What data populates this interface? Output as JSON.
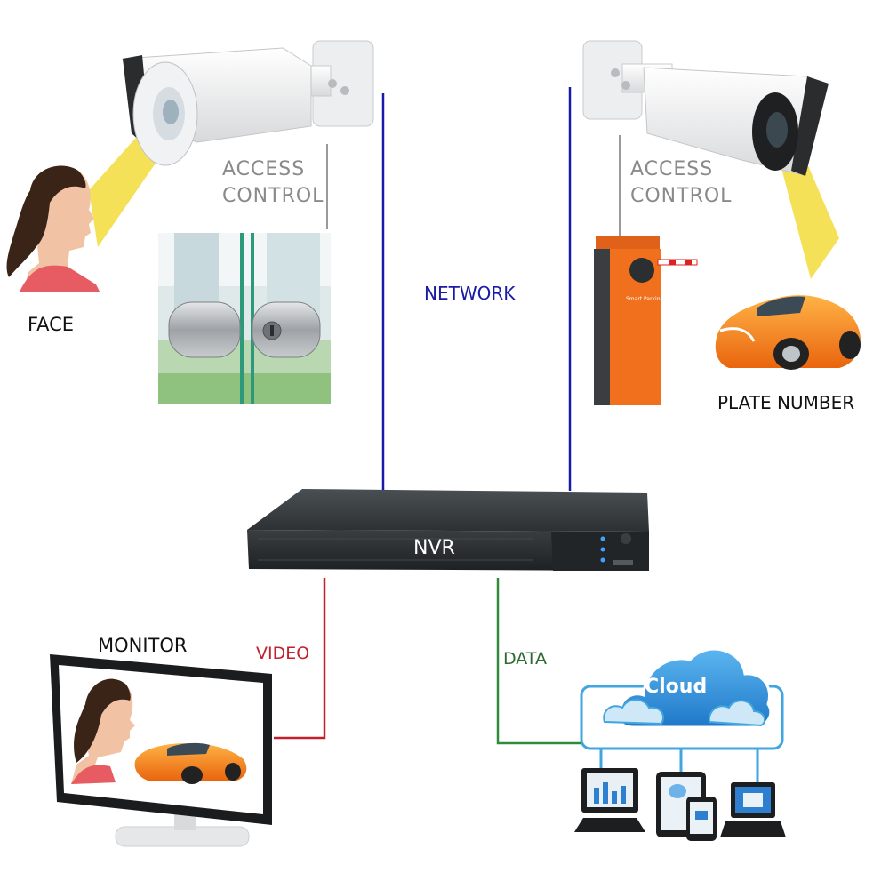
{
  "labels": {
    "face": "FACE",
    "access_control_left_1": "ACCESS",
    "access_control_left_2": "CONTROL",
    "access_control_right_1": "ACCESS",
    "access_control_right_2": "CONTROL",
    "network": "NETWORK",
    "plate_number": "PLATE NUMBER",
    "nvr": "NVR",
    "monitor": "MONITOR",
    "video": "VIDEO",
    "data": "DATA",
    "cloud": "Cloud"
  },
  "colors": {
    "network_line": "#1a1aa8",
    "video_line": "#c2202c",
    "data_line": "#2f8a3a",
    "network_text": "#1a1aa8",
    "video_text": "#c2202c",
    "data_text": "#2f6b2f",
    "beam": "#f3df4e",
    "cloud_outline": "#3fa6e0",
    "cloud_fill": "#2f8fd8",
    "barrier": "#f0701e",
    "car": "#f7941d"
  },
  "icons": [
    "bullet-camera-icon",
    "face-profile-icon",
    "glass-door-lock-icon",
    "parking-barrier-icon",
    "sports-car-icon",
    "nvr-recorder-icon",
    "monitor-icon",
    "cloud-icon",
    "desktop-icon",
    "tablet-icon",
    "phone-icon",
    "laptop-icon"
  ]
}
